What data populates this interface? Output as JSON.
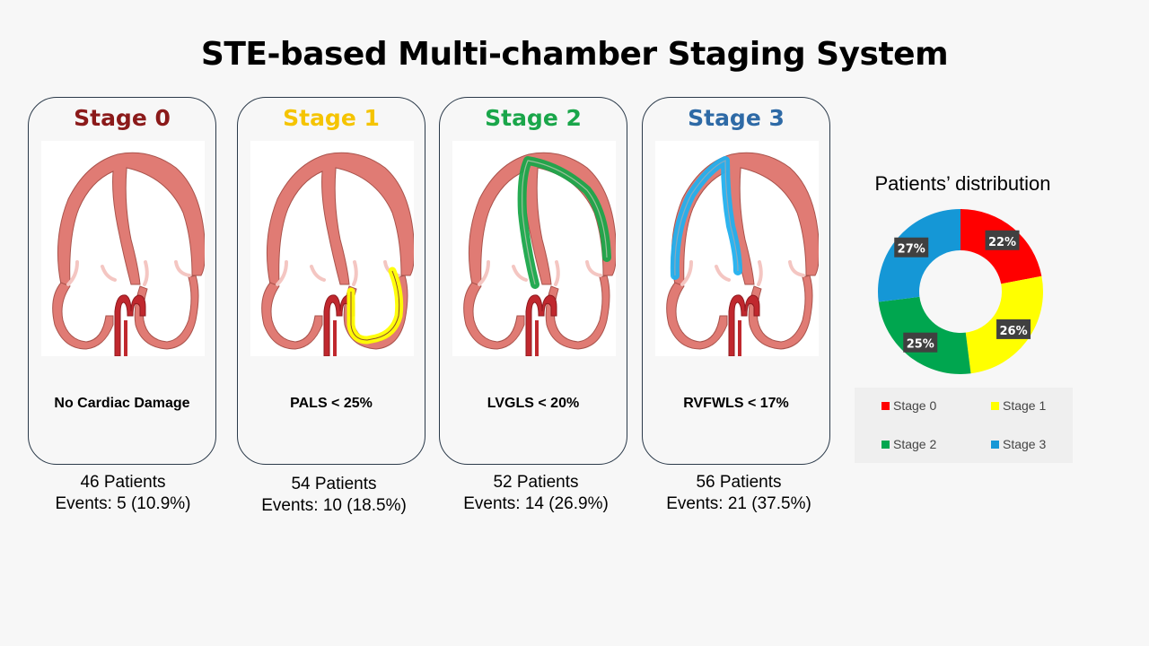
{
  "title": "STE-based Multi-chamber Staging System",
  "stages": [
    {
      "name": "Stage 0",
      "color": "#8b1a1a",
      "criterion": "No Cardiac Damage",
      "patients": "46 Patients",
      "events": "Events: 5 (10.9%)",
      "highlight": "none"
    },
    {
      "name": "Stage 1",
      "color": "#f5c400",
      "criterion": "PALS < 25%",
      "patients": "54 Patients",
      "events": "Events: 10 (18.5%)",
      "highlight": "left-atrium",
      "highlight_color": "#ffff00"
    },
    {
      "name": "Stage 2",
      "color": "#1aa64a",
      "criterion": "LVGLS < 20%",
      "patients": "52 Patients",
      "events": "Events: 14 (26.9%)",
      "highlight": "left-ventricle",
      "highlight_color": "#1aa64a"
    },
    {
      "name": "Stage 3",
      "color": "#2e6aa6",
      "criterion": "RVFWLS < 17%",
      "patients": "56 Patients",
      "events": "Events: 21 (37.5%)",
      "highlight": "right-ventricle",
      "highlight_color": "#22b0ee"
    }
  ],
  "chart_data": {
    "type": "pie",
    "variant": "donut",
    "title": "Patients’ distribution",
    "categories": [
      "Stage 0",
      "Stage 1",
      "Stage 2",
      "Stage 3"
    ],
    "values": [
      22,
      26,
      25,
      27
    ],
    "labels": [
      "22%",
      "26%",
      "25%",
      "27%"
    ],
    "colors": [
      "#ff0000",
      "#ffff00",
      "#00a64f",
      "#1597d6"
    ],
    "legend_position": "bottom"
  }
}
